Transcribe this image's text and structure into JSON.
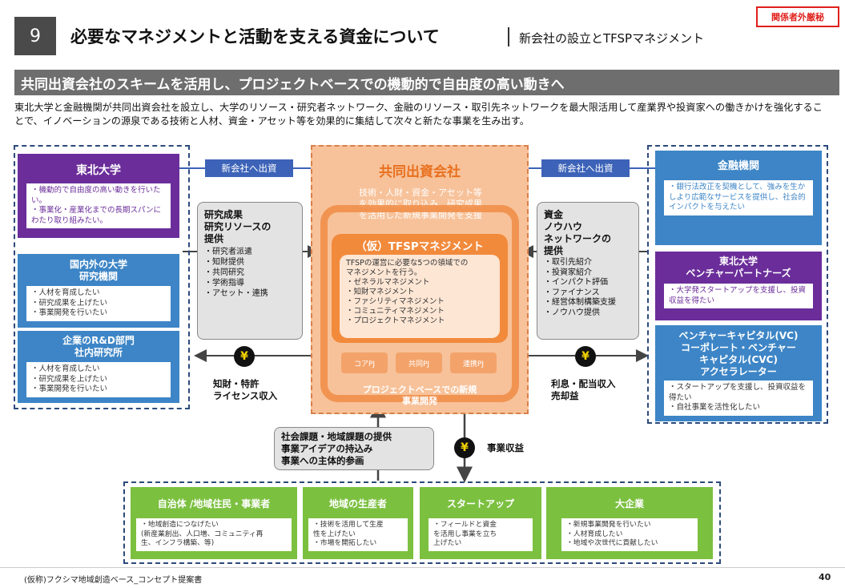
{
  "header": {
    "number": "9",
    "title": "必要なマネジメントと活動を支える資金について",
    "subtitle": "新会社の設立とTFSPマネジメント",
    "confidential": "関係者外厳秘"
  },
  "banner": "共同出資会社のスキームを活用し、プロジェクトベースでの機動的で自由度の高い動きへ",
  "intro": "東北大学と金融機関が共同出資会社を設立し、大学のリソース・研究者ネットワーク、金融のリソース・取引先ネットワークを最大限活用して産業界や投資家への働きかけを強化することで、イノベーションの源泉である技術と人材、資金・アセット等を効果的に集結して次々と新たな事業を生み出す。",
  "left": {
    "tohoku": {
      "title": "東北大学",
      "body": [
        "・機動的で自由度の高い動きを行いたい。",
        "・事業化・産業化までの長期スパンにわたり取り組みたい。"
      ]
    },
    "univ": {
      "title": [
        "国内外の大学",
        "研究機関"
      ],
      "body": [
        "・人材を育成したい",
        "・研究成果を上げたい",
        "・事業開発を行いたい"
      ]
    },
    "rnd": {
      "title": [
        "企業のR&D部門",
        "社内研究所"
      ],
      "body": [
        "・人材を育成したい",
        "・研究成果を上げたい",
        "・事業開発を行いたい"
      ]
    }
  },
  "pill_left": "新会社へ出資",
  "pill_right": "新会社へ出資",
  "left_panel": {
    "head": [
      "研究成果",
      "研究リソースの",
      "提供"
    ],
    "items": [
      "・研究者派遣",
      "・知財提供",
      "・共同研究",
      "・学術指導",
      "・アセット・連携"
    ]
  },
  "right_panel": {
    "head": [
      "資金",
      "ノウハウ",
      "ネットワークの",
      "提供"
    ],
    "items": [
      "・取引先紹介",
      "・投資家紹介",
      "・インパクト評価",
      "・ファイナンス",
      "・経営体制構築支援",
      "・ノウハウ提供"
    ]
  },
  "center": {
    "title": "共同出資会社",
    "desc": [
      "技術・人財・資金・アセット等",
      "を効果的に取り込み、研究成果",
      "を活用した新規事業開発を支援"
    ],
    "tfsp_title": "（仮）TFSPマネジメント",
    "tfsp_lead": [
      "TFSPの運営に必要な5つの領域での",
      "マネジメントを行う。"
    ],
    "tfsp_items": [
      "・ゼネラルマネジメント",
      "・知財マネジメント",
      "・ファシリティマネジメント",
      "・コミュニティマネジメント",
      "・プロジェクトマネジメント"
    ],
    "pj": [
      "コアPJ",
      "共同PJ",
      "連携PJ"
    ],
    "bottom": [
      "プロジェクトベースでの新規",
      "事業開発"
    ]
  },
  "yen_symbol": "¥",
  "left_income": [
    "知財・特許",
    "ライセンス収入"
  ],
  "right_income": [
    "利息・配当収入",
    "売却益"
  ],
  "business_income": "事業収益",
  "social_box": [
    "社会課題・地域課題の提供",
    "事業アイデアの持込み",
    "事業への主体的参画"
  ],
  "right": {
    "finance": {
      "title": "金融機関",
      "body": [
        "・銀行法改正を契機として、強みを生かしより広範なサービスを提供し、社会的インパクトを与えたい"
      ]
    },
    "vp": {
      "title": [
        "東北大学",
        "ベンチャーパートナーズ"
      ],
      "body": [
        "・大学発スタートアップを支援し、投資収益を得たい"
      ]
    },
    "vc": {
      "title": [
        "ベンチャーキャピタル(VC)",
        "コーポレート・ベンチャー",
        "キャピタル(CVC)",
        "アクセラレーター"
      ],
      "body": [
        "・スタートアップを支援し、投資収益を得たい",
        "・自社事業を活性化したい"
      ]
    }
  },
  "bottom_row": [
    {
      "title": "自治体 /地域住民・事業者",
      "body": [
        "・地域創造につなげたい",
        "(新産業創出、人口増、コミュニティ再",
        "生、インフラ構築、等)"
      ]
    },
    {
      "title": "地域の生産者",
      "body": [
        "・技術を活用して生産",
        "性を上げたい",
        "・市場を開拓したい"
      ]
    },
    {
      "title": "スタートアップ",
      "body": [
        "・フィールドと資金",
        "を活用し事業を立ち",
        "上げたい"
      ]
    },
    {
      "title": "大企業",
      "body": [
        "・新規事業開発を行いたい",
        "・人材育成したい",
        "・地域や次世代に貢献したい"
      ]
    }
  ],
  "footer": {
    "left": "(仮称)フクシマ地域創造ベース_コンセプト提案書",
    "page": "40"
  },
  "colors": {
    "purple": "#6b2d9a",
    "blue": "#3d85c6",
    "green": "#7cc040",
    "orange": "#f5a36a",
    "pill": "#3d63b8",
    "red": "#e0201b"
  }
}
